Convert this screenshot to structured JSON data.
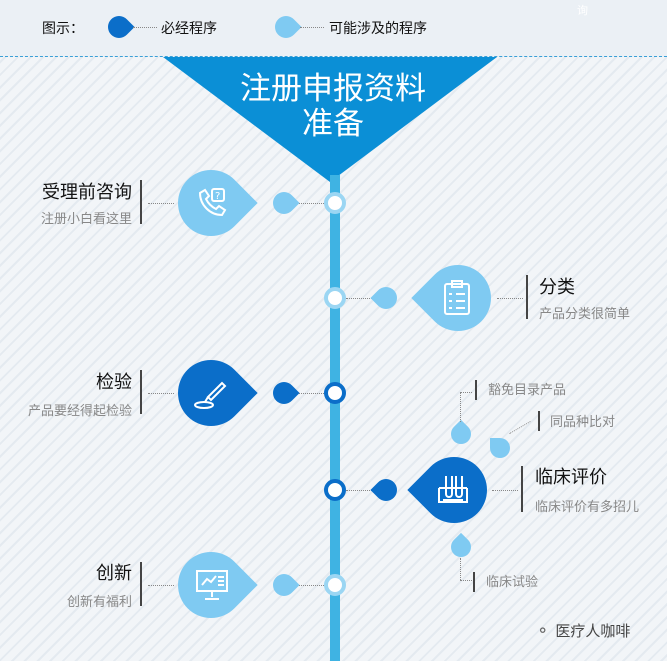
{
  "legend": {
    "label": "图示：",
    "required": "必经程序",
    "possible": "可能涉及的程序"
  },
  "corner_text": "询",
  "title": {
    "line1": "注册申报资料",
    "line2": "准备"
  },
  "steps": [
    {
      "title": "受理前咨询",
      "subtitle": "注册小白看这里",
      "type": "possible",
      "icon": "phone-question-icon"
    },
    {
      "title": "分类",
      "subtitle": "产品分类很简单",
      "type": "possible",
      "icon": "clipboard-checklist-icon"
    },
    {
      "title": "检验",
      "subtitle": "产品要经得起检验",
      "type": "required",
      "icon": "pipette-dish-icon"
    },
    {
      "title": "临床评价",
      "subtitle": "临床评价有多招儿",
      "type": "required",
      "icon": "test-tubes-icon"
    },
    {
      "title": "创新",
      "subtitle": "创新有福利",
      "type": "possible",
      "icon": "monitor-chart-icon"
    }
  ],
  "clinical_options": [
    "豁免目录产品",
    "同品种比对",
    "临床试验"
  ],
  "watermark": "医疗人咖啡",
  "colors": {
    "required": "#0b6ec9",
    "possible": "#7fcaf2",
    "title_bg": "#0b8fd6",
    "line": "#3fb3e3"
  }
}
